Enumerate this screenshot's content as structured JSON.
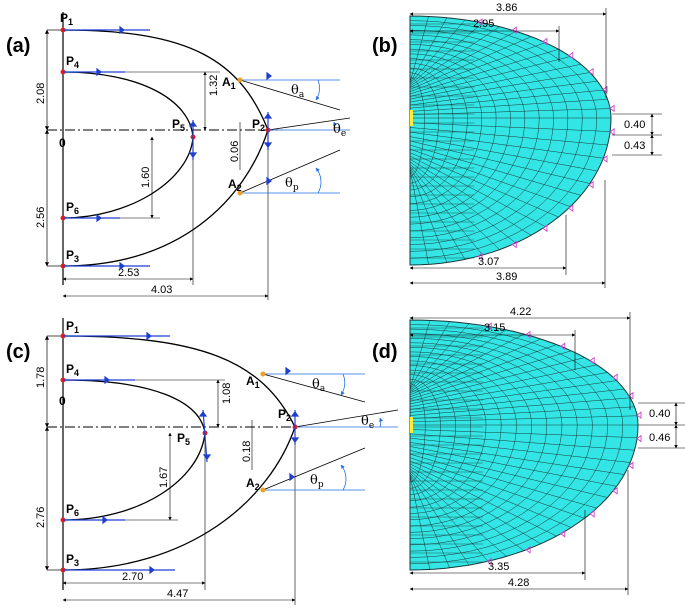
{
  "panels": {
    "a": {
      "label": "(a)",
      "points": [
        "P",
        "P",
        "P",
        "P",
        "P",
        "A",
        "A"
      ],
      "subs": [
        "1",
        "4",
        "5",
        "2",
        "6",
        "1",
        "2"
      ],
      "p3": "P",
      "p3sub": "3",
      "dims": {
        "d208": "2.08",
        "d132": "1.32",
        "d006": "0.06",
        "d160": "1.60",
        "d256": "2.56",
        "d253": "2.53",
        "d403": "4.03"
      },
      "angles": {
        "ta": "θ",
        "ta_sub": "a",
        "te": "θ",
        "te_sub": "e",
        "tp": "θ",
        "tp_sub": "p"
      },
      "zero": "0"
    },
    "b": {
      "label": "(b)",
      "dims": {
        "top1": "3.86",
        "top2": "2.95",
        "r1": "0.40",
        "r2": "0.43",
        "bot1": "3.07",
        "bot2": "3.89"
      }
    },
    "c": {
      "label": "(c)",
      "points": [
        "P",
        "P",
        "A",
        "P",
        "P",
        "A",
        "P",
        "P"
      ],
      "subs": [
        "1",
        "4",
        "1",
        "2",
        "5",
        "2",
        "6",
        "3"
      ],
      "dims": {
        "d178": "1.78",
        "d108": "1.08",
        "d018": "0.18",
        "d167": "1.67",
        "d276": "2.76",
        "d270": "2.70",
        "d447": "4.47"
      },
      "angles": {
        "ta": "θ",
        "ta_sub": "a",
        "te": "θ",
        "te_sub": "e",
        "tp": "θ",
        "tp_sub": "p"
      },
      "zero": "0"
    },
    "d": {
      "label": "(d)",
      "dims": {
        "top1": "4.22",
        "top2": "3.15",
        "r1": "0.40",
        "r2": "0.46",
        "bot1": "3.35",
        "bot2": "4.28"
      }
    }
  },
  "colors": {
    "mesh_fill": "#33e5e5",
    "mesh_line": "#1a3a3a",
    "point": "#e02020",
    "arrow": "#1f3fd0",
    "accent": "#f0a020",
    "constraint": "#cc44cc"
  }
}
